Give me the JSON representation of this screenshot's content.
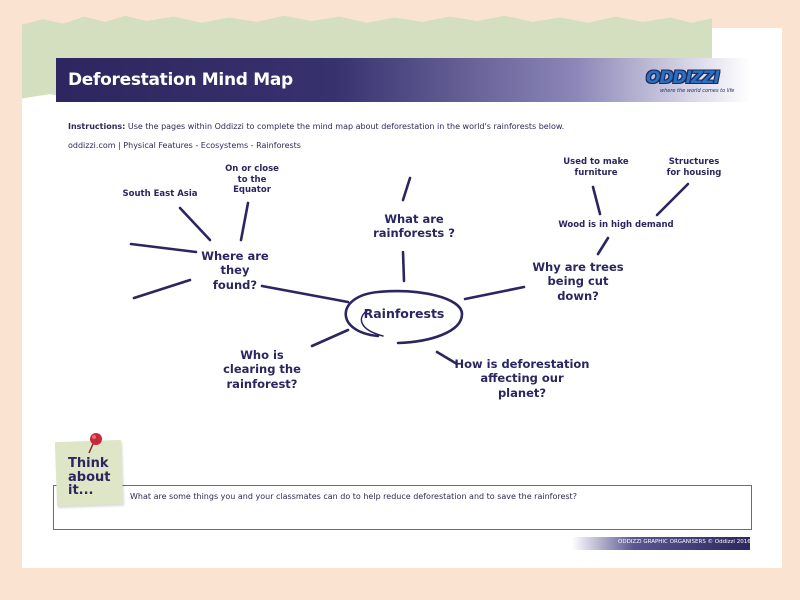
{
  "title": "Deforestation Mind Map",
  "logo": {
    "word": "ODDIZZI",
    "tagline": "where the world comes to life"
  },
  "instructions": {
    "label": "Instructions:",
    "text": "Use the pages within Oddizzi to complete the mind map about deforestation in the world's rainforests below."
  },
  "breadcrumb": "oddizzi.com | Physical Features - Ecosystems - Rainforests",
  "mind_map": {
    "center": "Rainforests",
    "q_where_1": "Where are",
    "q_where_2": "they",
    "q_where_3": "found?",
    "q_what_1": "What are",
    "q_what_2": "rainforests ?",
    "q_why_1": "Why are trees",
    "q_why_2": "being cut",
    "q_why_3": "down?",
    "q_who_1": "Who is",
    "q_who_2": "clearing the",
    "q_who_3": "rainforest?",
    "q_how_1": "How is deforestation",
    "q_how_2": "affecting our",
    "q_how_3": "planet?",
    "a_sea": "South East Asia",
    "a_eq_1": "On or close",
    "a_eq_2": "to the",
    "a_eq_3": "Equator",
    "a_wood": "Wood is in high demand",
    "a_furn_1": "Used to  make",
    "a_furn_2": "furniture",
    "a_house_1": "Structures",
    "a_house_2": "for housing"
  },
  "think": {
    "line1": "Think",
    "line2": "about",
    "line3": "it...",
    "question": "What are some things you and your classmates can do to help reduce deforestation and to save the rainforest?"
  },
  "footer": "ODDIZZI GRAPHIC ORGANISERS © Oddizzi 2016",
  "colors": {
    "navy": "#2b2660",
    "paper": "#fbe3d2",
    "green": "#d3dfbf"
  }
}
